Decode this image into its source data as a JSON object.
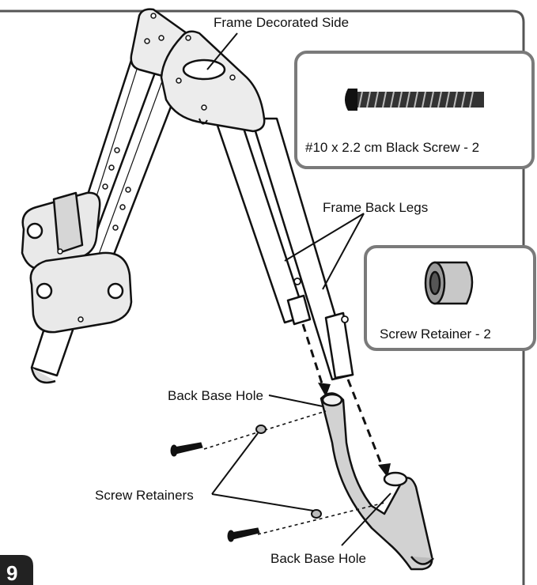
{
  "step_number": "9",
  "labels": {
    "frame_decorated_side": "Frame Decorated Side",
    "frame_back_legs": "Frame Back Legs",
    "back_base_hole_top": "Back Base Hole",
    "back_base_hole_bottom": "Back Base Hole",
    "screw_retainers": "Screw Retainers"
  },
  "parts": {
    "screw": "#10 x 2.2 cm Black Screw - 2",
    "retainer": "Screw Retainer - 2"
  },
  "colors": {
    "outline": "#111111",
    "tube_fill": "#ffffff",
    "panel_fill": "#e9e9e9",
    "base_tube_fill": "#d2d2d2",
    "step_badge": "#222222",
    "box_border": "#7a7a7a"
  }
}
